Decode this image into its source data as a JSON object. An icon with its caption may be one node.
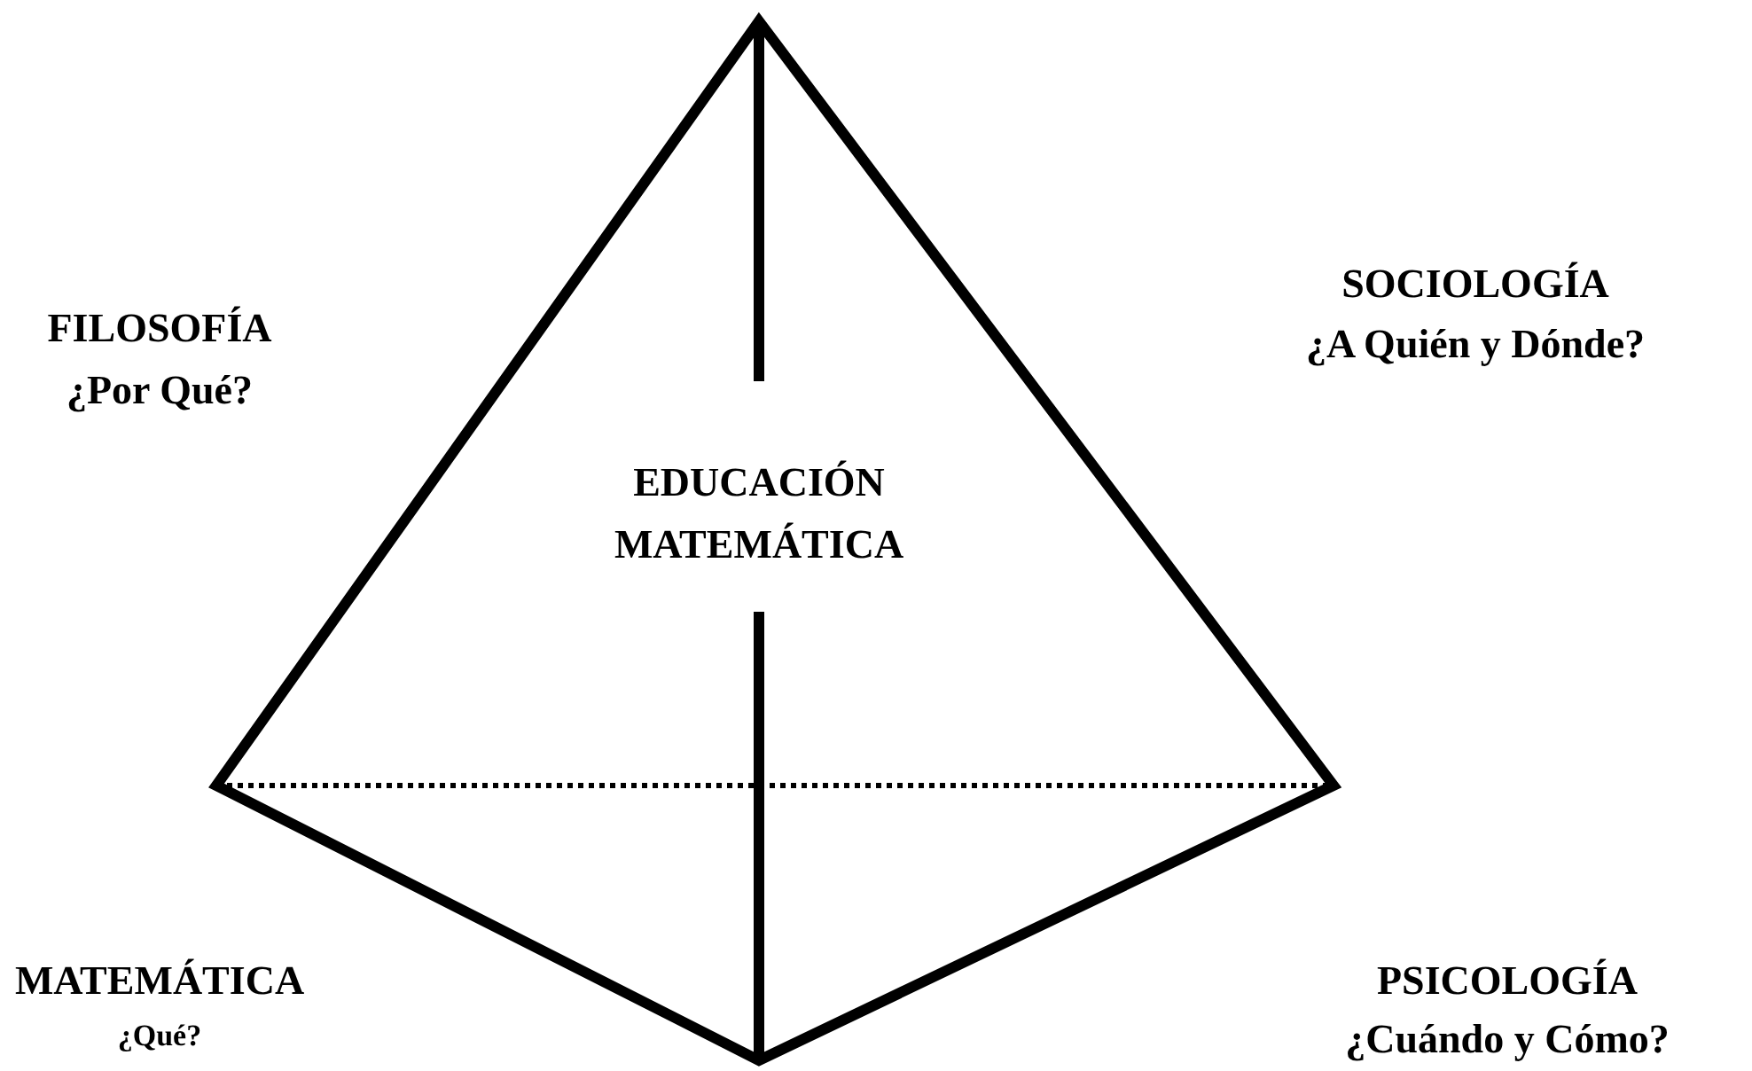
{
  "diagram": {
    "labels": [
      "FILOSOFÍA",
      "¿Por Qué?",
      "SOCIOLOGÍA",
      "¿A Quién y Dónde?",
      "EDUCACIÓN",
      "MATEMÁTICA",
      "MATEMÁTICA",
      "¿Qué?",
      "PSICOLOGÍA",
      "¿Cuándo y Cómo?"
    ]
  }
}
